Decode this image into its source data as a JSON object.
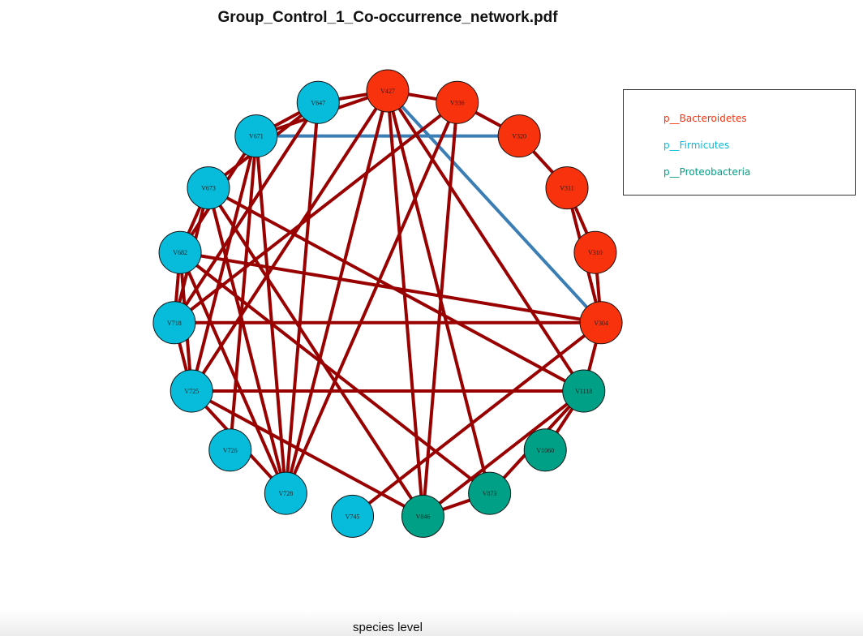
{
  "title": "Group_Control_1_Co-occurrence_network.pdf",
  "footer": "species level",
  "colors": {
    "p__Bacteroidetes": "#F8320D",
    "p__Firmicutes": "#06BCDA",
    "p__Proteobacteria": "#00A086",
    "positive_edge": "#990000",
    "negative_edge": "#3B7DB5"
  },
  "legend": [
    {
      "label": "p__Bacteroidetes",
      "color": "#F8320D"
    },
    {
      "label": "p__Firmicutes",
      "color": "#06BCDA"
    },
    {
      "label": "p__Proteobacteria",
      "color": "#00A086"
    }
  ],
  "nodes": [
    {
      "id": "V427",
      "group": "p__Bacteroidetes"
    },
    {
      "id": "V336",
      "group": "p__Bacteroidetes"
    },
    {
      "id": "V320",
      "group": "p__Bacteroidetes"
    },
    {
      "id": "V311",
      "group": "p__Bacteroidetes"
    },
    {
      "id": "V310",
      "group": "p__Bacteroidetes"
    },
    {
      "id": "V304",
      "group": "p__Bacteroidetes"
    },
    {
      "id": "V1118",
      "group": "p__Proteobacteria"
    },
    {
      "id": "V1060",
      "group": "p__Proteobacteria"
    },
    {
      "id": "V873",
      "group": "p__Proteobacteria"
    },
    {
      "id": "V846",
      "group": "p__Proteobacteria"
    },
    {
      "id": "V745",
      "group": "p__Firmicutes"
    },
    {
      "id": "V728",
      "group": "p__Firmicutes"
    },
    {
      "id": "V726",
      "group": "p__Firmicutes"
    },
    {
      "id": "V725",
      "group": "p__Firmicutes"
    },
    {
      "id": "V718",
      "group": "p__Firmicutes"
    },
    {
      "id": "V682",
      "group": "p__Firmicutes"
    },
    {
      "id": "V673",
      "group": "p__Firmicutes"
    },
    {
      "id": "V671",
      "group": "p__Firmicutes"
    },
    {
      "id": "V647",
      "group": "p__Firmicutes"
    }
  ],
  "edges": [
    {
      "source": "V427",
      "target": "V336",
      "sign": "positive"
    },
    {
      "source": "V336",
      "target": "V320",
      "sign": "positive"
    },
    {
      "source": "V320",
      "target": "V311",
      "sign": "positive"
    },
    {
      "source": "V311",
      "target": "V310",
      "sign": "positive"
    },
    {
      "source": "V310",
      "target": "V304",
      "sign": "positive"
    },
    {
      "source": "V311",
      "target": "V304",
      "sign": "positive"
    },
    {
      "source": "V304",
      "target": "V1118",
      "sign": "positive"
    },
    {
      "source": "V1118",
      "target": "V1060",
      "sign": "positive"
    },
    {
      "source": "V1118",
      "target": "V873",
      "sign": "positive"
    },
    {
      "source": "V1118",
      "target": "V846",
      "sign": "positive"
    },
    {
      "source": "V873",
      "target": "V846",
      "sign": "positive"
    },
    {
      "source": "V427",
      "target": "V304",
      "sign": "negative"
    },
    {
      "source": "V671",
      "target": "V320",
      "sign": "negative"
    },
    {
      "source": "V427",
      "target": "V647",
      "sign": "positive"
    },
    {
      "source": "V427",
      "target": "V671",
      "sign": "positive"
    },
    {
      "source": "V427",
      "target": "V728",
      "sign": "positive"
    },
    {
      "source": "V427",
      "target": "V725",
      "sign": "positive"
    },
    {
      "source": "V427",
      "target": "V873",
      "sign": "positive"
    },
    {
      "source": "V427",
      "target": "V846",
      "sign": "positive"
    },
    {
      "source": "V427",
      "target": "V1118",
      "sign": "positive"
    },
    {
      "source": "V336",
      "target": "V718",
      "sign": "positive"
    },
    {
      "source": "V336",
      "target": "V728",
      "sign": "positive"
    },
    {
      "source": "V336",
      "target": "V846",
      "sign": "positive"
    },
    {
      "source": "V647",
      "target": "V671",
      "sign": "positive"
    },
    {
      "source": "V647",
      "target": "V673",
      "sign": "positive"
    },
    {
      "source": "V647",
      "target": "V728",
      "sign": "positive"
    },
    {
      "source": "V647",
      "target": "V718",
      "sign": "positive"
    },
    {
      "source": "V671",
      "target": "V725",
      "sign": "positive"
    },
    {
      "source": "V671",
      "target": "V726",
      "sign": "positive"
    },
    {
      "source": "V671",
      "target": "V682",
      "sign": "positive"
    },
    {
      "source": "V673",
      "target": "V682",
      "sign": "positive"
    },
    {
      "source": "V673",
      "target": "V718",
      "sign": "positive"
    },
    {
      "source": "V673",
      "target": "V1118",
      "sign": "positive"
    },
    {
      "source": "V673",
      "target": "V846",
      "sign": "positive"
    },
    {
      "source": "V673",
      "target": "V728",
      "sign": "positive"
    },
    {
      "source": "V682",
      "target": "V718",
      "sign": "positive"
    },
    {
      "source": "V682",
      "target": "V725",
      "sign": "positive"
    },
    {
      "source": "V682",
      "target": "V728",
      "sign": "positive"
    },
    {
      "source": "V682",
      "target": "V873",
      "sign": "positive"
    },
    {
      "source": "V682",
      "target": "V304",
      "sign": "positive"
    },
    {
      "source": "V718",
      "target": "V725",
      "sign": "positive"
    },
    {
      "source": "V718",
      "target": "V304",
      "sign": "positive"
    },
    {
      "source": "V725",
      "target": "V1118",
      "sign": "positive"
    },
    {
      "source": "V725",
      "target": "V846",
      "sign": "positive"
    },
    {
      "source": "V725",
      "target": "V728",
      "sign": "positive"
    },
    {
      "source": "V745",
      "target": "V304",
      "sign": "positive"
    },
    {
      "source": "V671",
      "target": "V728",
      "sign": "positive"
    }
  ]
}
